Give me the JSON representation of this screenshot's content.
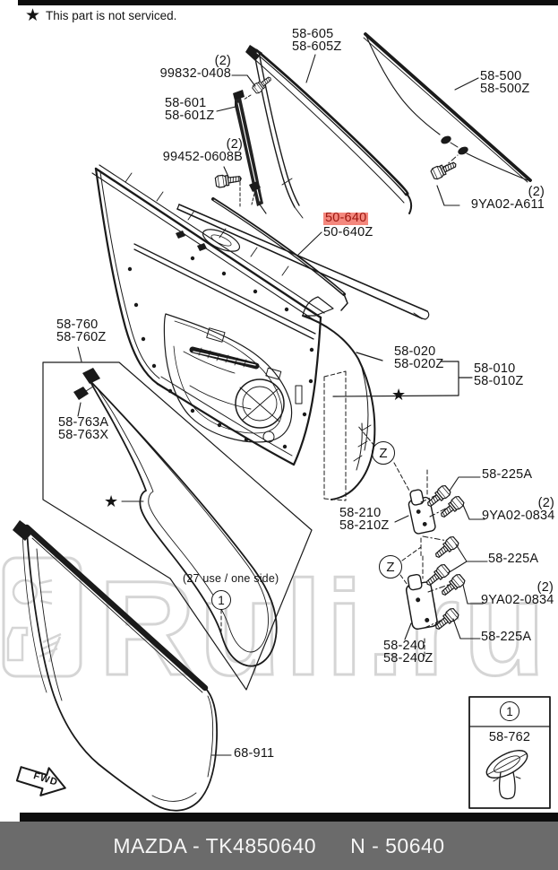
{
  "note": {
    "star": "★",
    "text": "This part is not serviced."
  },
  "watermark": {
    "text": "Ruli.ru"
  },
  "annotations": {
    "use_note": "(27 use / one side)",
    "circle_1": "1",
    "circle_z": "Z",
    "fwd": "FWD",
    "star": "★"
  },
  "parts": {
    "p58605": {
      "l1": "58-605",
      "l2": "58-605Z"
    },
    "p99832": {
      "qty": "(2)",
      "num": "99832-0408"
    },
    "p58601": {
      "l1": "58-601",
      "l2": "58-601Z"
    },
    "p99452": {
      "qty": "(2)",
      "num": "99452-0608B"
    },
    "p58500": {
      "l1": "58-500",
      "l2": "58-500Z"
    },
    "p9ya02a611": {
      "qty": "(2)",
      "num": "9YA02-A611"
    },
    "p50640": {
      "l1": "50-640",
      "l2": "50-640Z"
    },
    "p58760": {
      "l1": "58-760",
      "l2": "58-760Z"
    },
    "p58763": {
      "l1": "58-763A",
      "l2": "58-763X"
    },
    "p58020": {
      "l1": "58-020",
      "l2": "58-020Z"
    },
    "p58010": {
      "l1": "58-010",
      "l2": "58-010Z"
    },
    "p58210": {
      "l1": "58-210",
      "l2": "58-210Z"
    },
    "p58240": {
      "l1": "58-240",
      "l2": "58-240Z"
    },
    "p58225a": {
      "num": "58-225A"
    },
    "p9ya02_0834": {
      "qty": "(2)",
      "num": "9YA02-0834"
    },
    "p68911": {
      "num": "68-911"
    }
  },
  "legend": {
    "circle": "1",
    "part": "58-762"
  },
  "footer": {
    "left": "MAZDA - TK4850640",
    "right": "N - 50640"
  },
  "colors": {
    "highlight_bg": "#f4887e",
    "highlight_text": "#9c1710",
    "footer_bg": "#6b6b6b",
    "watermark_gray": "#d5d5d5",
    "line": "#1a1a1a"
  }
}
